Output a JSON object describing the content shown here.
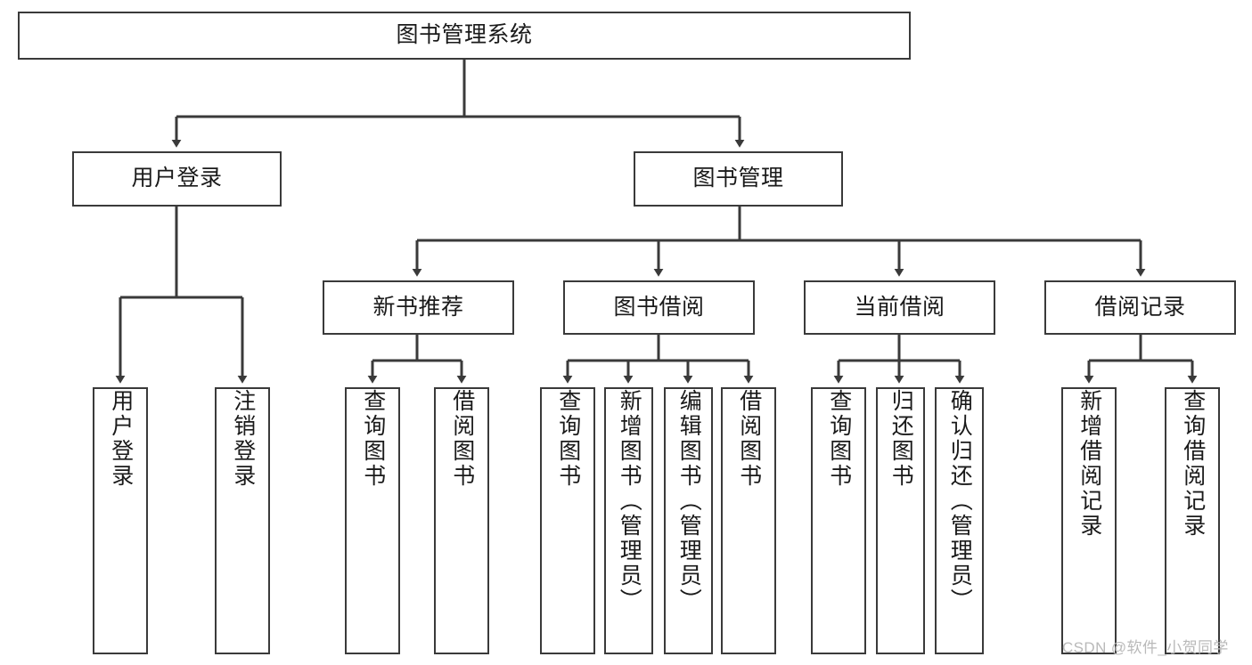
{
  "diagram": {
    "title": "图书管理系统",
    "type": "tree-hierarchy",
    "colors": {
      "box_border": "#3a3a3a",
      "box_fill": "#ffffff",
      "edge": "#3a3a3a",
      "text": "#1a1a1a",
      "watermark": "#b9b9b9",
      "background": "#ffffff"
    },
    "watermark": "CSDN @软件_小贺同学",
    "nodes": {
      "root": {
        "label": "图书管理系统"
      },
      "level2": [
        {
          "label": "用户登录"
        },
        {
          "label": "图书管理"
        }
      ],
      "level3": [
        {
          "label": "新书推荐"
        },
        {
          "label": "图书借阅"
        },
        {
          "label": "当前借阅"
        },
        {
          "label": "借阅记录"
        }
      ],
      "leaves": {
        "user_login": [
          {
            "label": "用户登录"
          },
          {
            "label": "注销登录"
          }
        ],
        "new_book_recommend": [
          {
            "label": "查询图书"
          },
          {
            "label": "借阅图书"
          }
        ],
        "book_borrow": [
          {
            "label": "查询图书"
          },
          {
            "label": "新增图书（管理员）"
          },
          {
            "label": "编辑图书（管理员）"
          },
          {
            "label": "借阅图书"
          }
        ],
        "current_borrow": [
          {
            "label": "查询图书"
          },
          {
            "label": "归还图书"
          },
          {
            "label": "确认归还（管理员）"
          }
        ],
        "borrow_record": [
          {
            "label": "新增借阅记录"
          },
          {
            "label": "查询借阅记录"
          }
        ]
      }
    }
  }
}
